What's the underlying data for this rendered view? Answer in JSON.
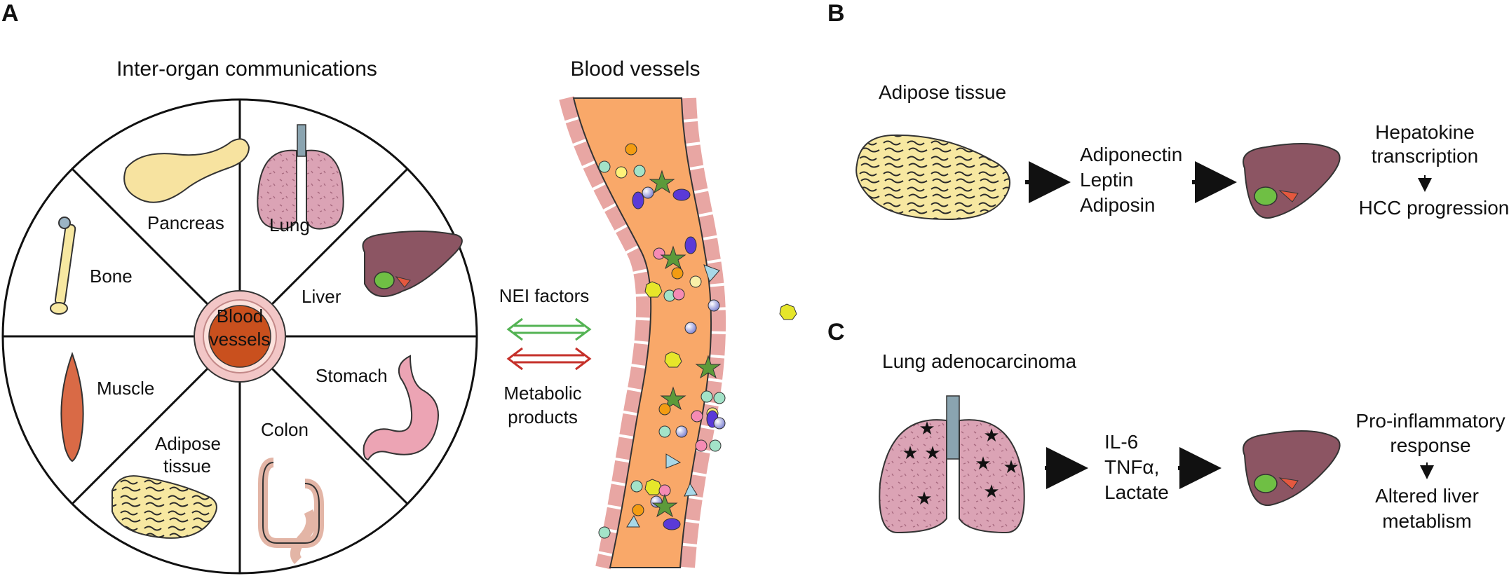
{
  "panel_letters": {
    "a": "A",
    "b": "B",
    "c": "C"
  },
  "panel_a": {
    "wheel_title": "Inter-organ communications",
    "center": {
      "line1": "Blood",
      "line2": "vessels"
    },
    "organs": {
      "pancreas": "Pancreas",
      "lung": "Lung",
      "liver": "Liver",
      "stomach": "Stomach",
      "colon": "Colon",
      "adipose_line1": "Adipose",
      "adipose_line2": "tissue",
      "muscle": "Muscle",
      "bone": "Bone"
    },
    "arrows": {
      "nei_factors": "NEI factors",
      "metabolic_line1": "Metabolic",
      "metabolic_line2": "products"
    },
    "vessel_title": "Blood vessels"
  },
  "panel_b": {
    "source": "Adipose tissue",
    "factors": [
      "Adiponectin",
      "Leptin",
      "Adiposin"
    ],
    "outcome_line1": "Hepatokine",
    "outcome_line2": "transcription",
    "outcome_final": "HCC progression"
  },
  "panel_c": {
    "source": "Lung adenocarcinoma",
    "factors": [
      "IL-6",
      "TNFα,",
      "Lactate"
    ],
    "outcome_line1": "Pro-inflammatory",
    "outcome_line2": "response",
    "outcome_final_line1": "Altered liver",
    "outcome_final_line2": "metablism"
  },
  "colors": {
    "vessel_fill": "#f9a869",
    "vessel_wall": "#e8a6a3",
    "blood_center": "#c9501e",
    "fat": "#f7e8a1",
    "liver": "#8c5563",
    "lung": "#dba3b5",
    "stomach": "#eca4b4",
    "green_arrow": "#54b354",
    "red_arrow": "#c5302a"
  }
}
